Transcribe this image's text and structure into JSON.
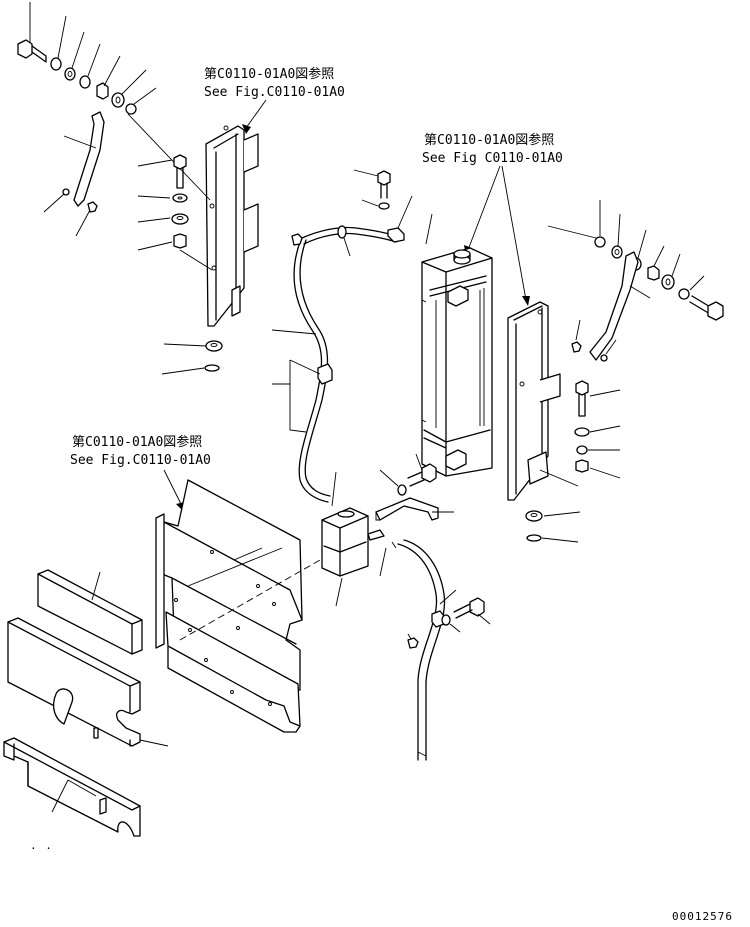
{
  "references": [
    {
      "jp": "第C0110-01A0図参照",
      "en": "See Fig.C0110-01A0"
    },
    {
      "jp": "第C0110-01A0図参照",
      "en": "See Fig C0110-01A0"
    },
    {
      "jp": "第C0110-01A0図参照",
      "en": "See Fig.C0110-01A0"
    }
  ],
  "drawing_number": "00012576"
}
